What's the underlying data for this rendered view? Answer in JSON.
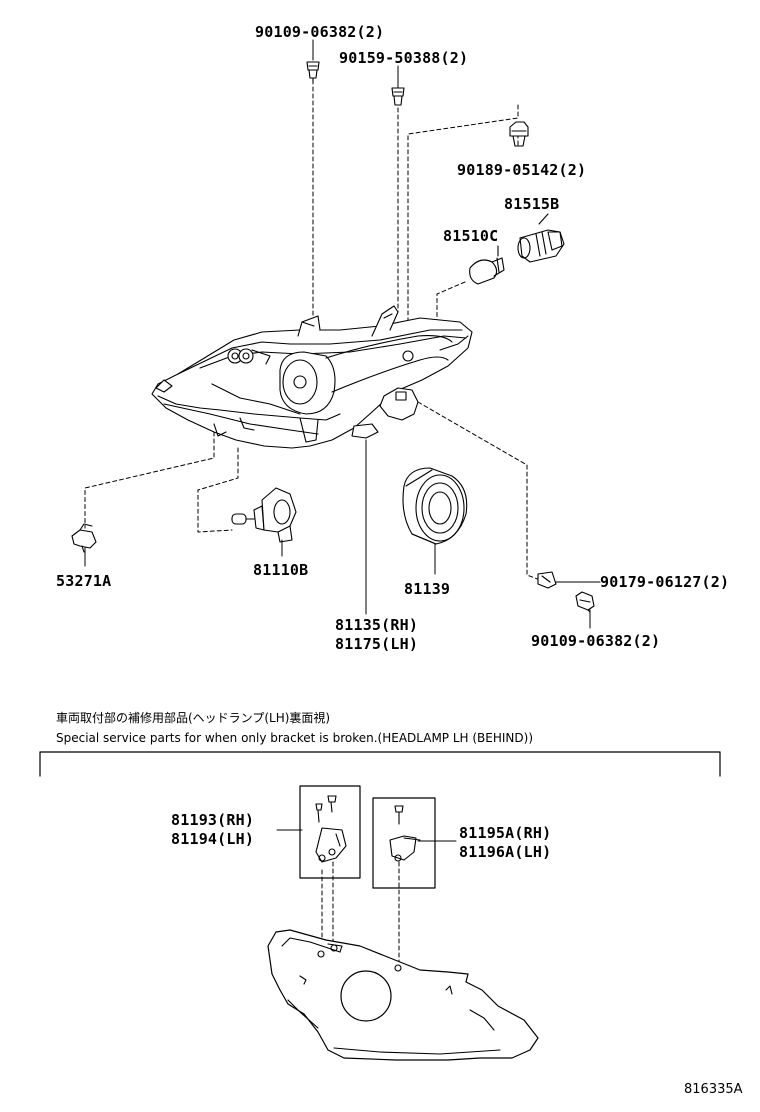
{
  "parts": {
    "p_90109_06382_top": "90109-06382(2)",
    "p_90159_50388": "90159-50388(2)",
    "p_90189_05142": "90189-05142(2)",
    "p_81515b": "81515B",
    "p_81510c": "81510C",
    "p_53271a": "53271A",
    "p_81110b": "81110B",
    "p_81139": "81139",
    "p_81135": "81135(RH)",
    "p_81175": "81175(LH)",
    "p_90179_06127": "90179-06127(2)",
    "p_90109_06382_bottom": "90109-06382(2)",
    "p_81193": "81193(RH)",
    "p_81194": "81194(LH)",
    "p_81195a": "81195A(RH)",
    "p_81196a": "81196A(LH)"
  },
  "notes": {
    "japanese": "車両取付部の補修用部品(ヘッドランプ(LH)裏面視)",
    "english": "Special service parts for when only bracket is broken.(HEADLAMP LH (BEHIND))"
  },
  "diagram_code": "816335A"
}
